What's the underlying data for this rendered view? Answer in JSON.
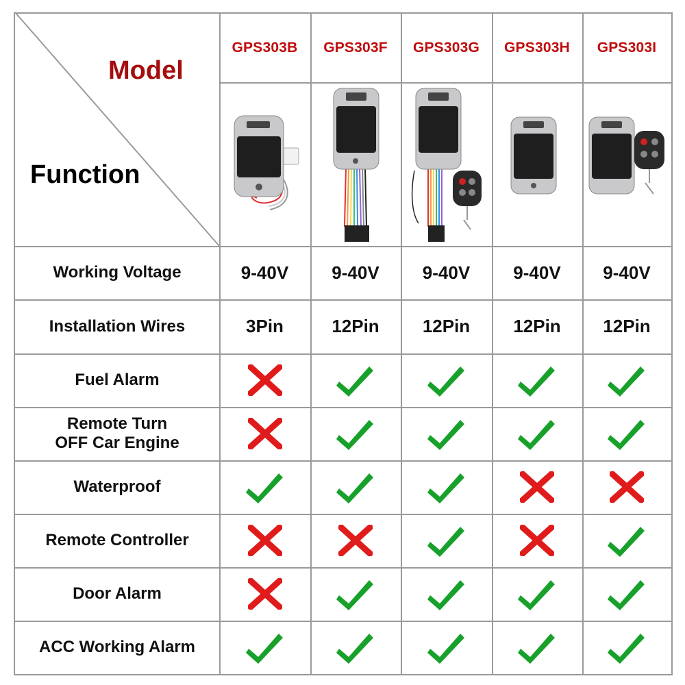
{
  "header": {
    "model_label": "Model",
    "function_label": "Function",
    "models": [
      "GPS303B",
      "GPS303F",
      "GPS303G",
      "GPS303H",
      "GPS303I"
    ]
  },
  "device_images": [
    {
      "model": "GPS303B",
      "icon": "gps-tracker-3pin-harness-icon"
    },
    {
      "model": "GPS303F",
      "icon": "gps-tracker-12pin-harness-icon"
    },
    {
      "model": "GPS303G",
      "icon": "gps-tracker-harness-remote-icon"
    },
    {
      "model": "GPS303H",
      "icon": "gps-tracker-icon"
    },
    {
      "model": "GPS303I",
      "icon": "gps-tracker-remote-icon"
    }
  ],
  "rows": [
    {
      "label": "Working Voltage",
      "values": [
        "9-40V",
        "9-40V",
        "9-40V",
        "9-40V",
        "9-40V"
      ]
    },
    {
      "label": "Installation Wires",
      "values": [
        "3Pin",
        "12Pin",
        "12Pin",
        "12Pin",
        "12Pin"
      ]
    },
    {
      "label": "Fuel Alarm",
      "marks": [
        "cross",
        "check",
        "check",
        "check",
        "check"
      ]
    },
    {
      "label": "Remote Turn\nOFF Car Engine",
      "marks": [
        "cross",
        "check",
        "check",
        "check",
        "check"
      ]
    },
    {
      "label": "Waterproof",
      "marks": [
        "check",
        "check",
        "check",
        "cross",
        "cross"
      ]
    },
    {
      "label": "Remote Controller",
      "marks": [
        "cross",
        "cross",
        "check",
        "cross",
        "check"
      ]
    },
    {
      "label": "Door Alarm",
      "marks": [
        "cross",
        "check",
        "check",
        "check",
        "check"
      ]
    },
    {
      "label": "ACC Working Alarm",
      "marks": [
        "check",
        "check",
        "check",
        "check",
        "check"
      ]
    }
  ],
  "colors": {
    "model_text": "#c00d0d",
    "check": "#17a12b",
    "cross": "#e01b1b",
    "grid": "#9a9a9a"
  }
}
